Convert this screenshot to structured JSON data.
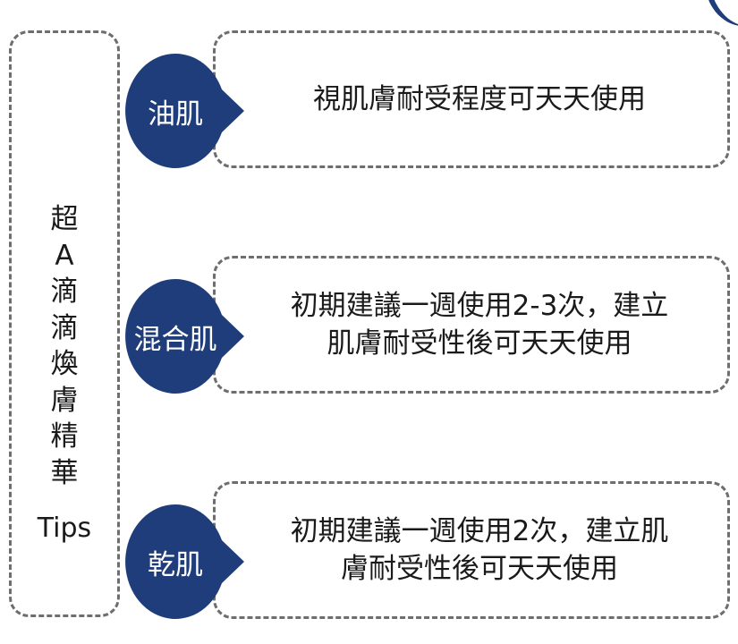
{
  "colors": {
    "accent": "#1f3d7a",
    "border": "#6e6e6e",
    "text": "#1a1a1a"
  },
  "sidebar": {
    "title_chars": [
      "超",
      "A",
      "滴",
      "滴",
      "煥",
      "膚",
      "精",
      "華"
    ],
    "tips": "Tips"
  },
  "items": [
    {
      "label": "油肌",
      "text_lines": [
        "視肌膚耐受程度可天天使用"
      ]
    },
    {
      "label": "混合肌",
      "text_lines": [
        "初期建議一週使用2-3次，建立",
        "肌膚耐受性後可天天使用"
      ]
    },
    {
      "label": "乾肌",
      "text_lines": [
        "初期建議一週使用2次，建立肌",
        "膚耐受性後可天天使用"
      ]
    }
  ]
}
